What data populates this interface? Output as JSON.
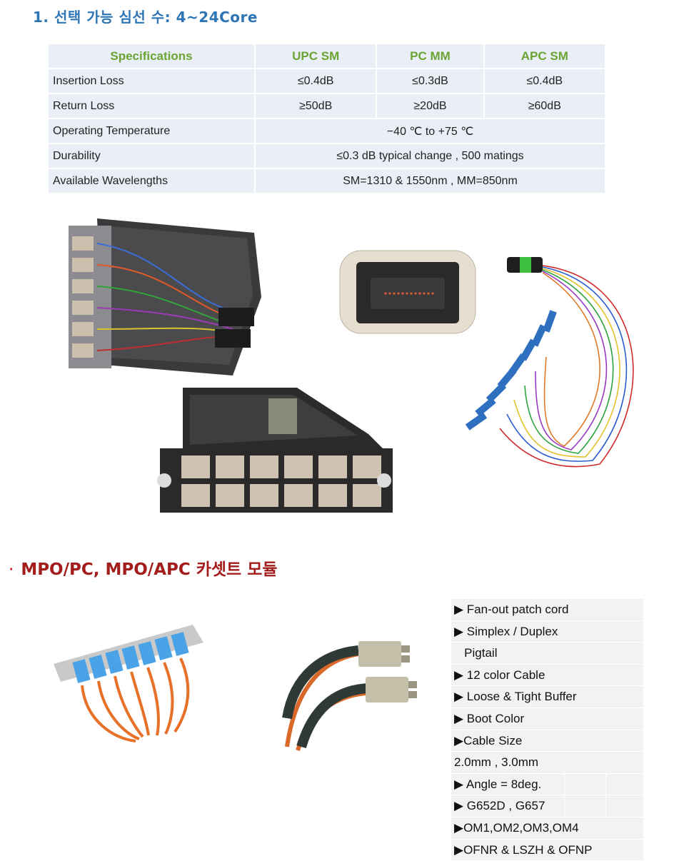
{
  "heading1": "1. 선택 가능 심선 수: 4~24Core",
  "spec_table": {
    "headers": [
      "Specifications",
      "UPC SM",
      "PC MM",
      "APC SM"
    ],
    "rows": [
      {
        "label": "Insertion Loss",
        "upc_sm": "≤0.4dB",
        "pc_mm": "≤0.3dB",
        "apc_sm": "≤0.4dB"
      },
      {
        "label": "Return Loss",
        "upc_sm": "≥50dB",
        "pc_mm": "≥20dB",
        "apc_sm": "≥60dB"
      },
      {
        "label": "Operating Temperature",
        "value": "−40 ℃ to +75 ℃"
      },
      {
        "label": "Durability",
        "value": "≤0.3 dB typical change , 500 matings"
      },
      {
        "label": "Available Wavelengths",
        "value": "SM=1310 & 1550nm  ,  MM=850nm"
      }
    ]
  },
  "heading2": {
    "bullet": "·",
    "text": "MPO/PC, MPO/APC 카셋트 모듈"
  },
  "features": [
    "▶ Fan-out patch cord",
    "▶ Simplex / Duplex",
    "   Pigtail",
    "▶ 12 color Cable",
    "▶ Loose & Tight Buffer",
    "▶ Boot Color",
    "▶Cable Size",
    "2.0mm , 3.0mm",
    "▶ Angle = 8deg.",
    "▶ G652D , G657",
    "▶OM1,OM2,OM3,OM4",
    "▶OFNR & LSZH & OFNP"
  ]
}
